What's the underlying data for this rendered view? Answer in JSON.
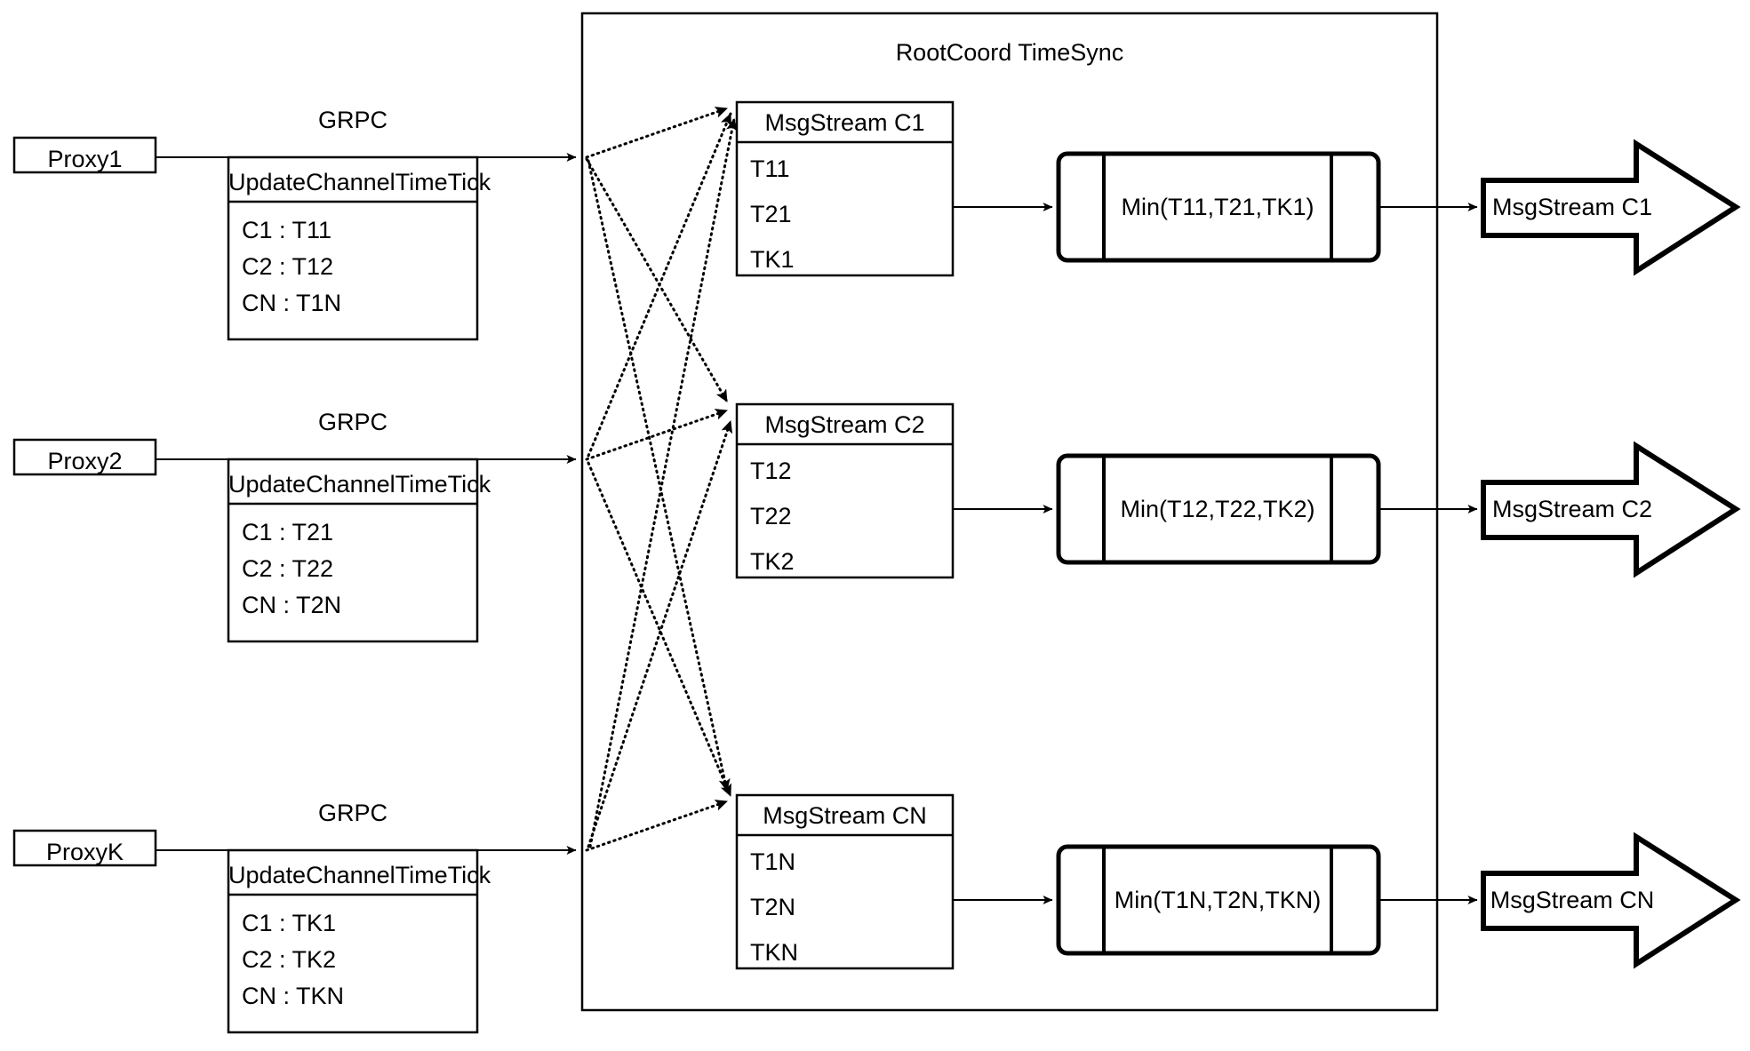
{
  "diagram": {
    "title": "RootCoord TimeSync",
    "container_label": "RootCoord TimeSync",
    "colors": {
      "stroke": "#000000",
      "background": "#ffffff",
      "text": "#000000"
    },
    "proxies": [
      {
        "id": "proxy1",
        "name": "Proxy1",
        "link_label": "GRPC",
        "rpc_header": "UpdateChannelTimeTick",
        "rpc_rows": [
          "C1 :  T11",
          "C2 :  T12",
          "CN : T1N"
        ]
      },
      {
        "id": "proxy2",
        "name": "Proxy2",
        "link_label": "GRPC",
        "rpc_header": "UpdateChannelTimeTick",
        "rpc_rows": [
          "C1 :  T21",
          "C2 :  T22",
          "CN : T2N"
        ]
      },
      {
        "id": "proxyk",
        "name": "ProxyK",
        "link_label": "GRPC",
        "rpc_header": "UpdateChannelTimeTick",
        "rpc_rows": [
          "C1 :  TK1",
          "C2 :  TK2",
          "CN : TKN"
        ]
      }
    ],
    "channels": [
      {
        "id": "c1",
        "msgstream_header": "MsgStream C1",
        "msgstream_rows": [
          "T11",
          "T21",
          "TK1"
        ],
        "min_label": "Min(T11,T21,TK1)",
        "output_label": "MsgStream C1"
      },
      {
        "id": "c2",
        "msgstream_header": "MsgStream C2",
        "msgstream_rows": [
          "T12",
          "T22",
          "TK2"
        ],
        "min_label": "Min(T12,T22,TK2)",
        "output_label": "MsgStream C2"
      },
      {
        "id": "cn",
        "msgstream_header": "MsgStream CN",
        "msgstream_rows": [
          "T1N",
          "T2N",
          "TKN"
        ],
        "min_label": "Min(T1N,T2N,TKN)",
        "output_label": "MsgStream CN"
      }
    ]
  }
}
